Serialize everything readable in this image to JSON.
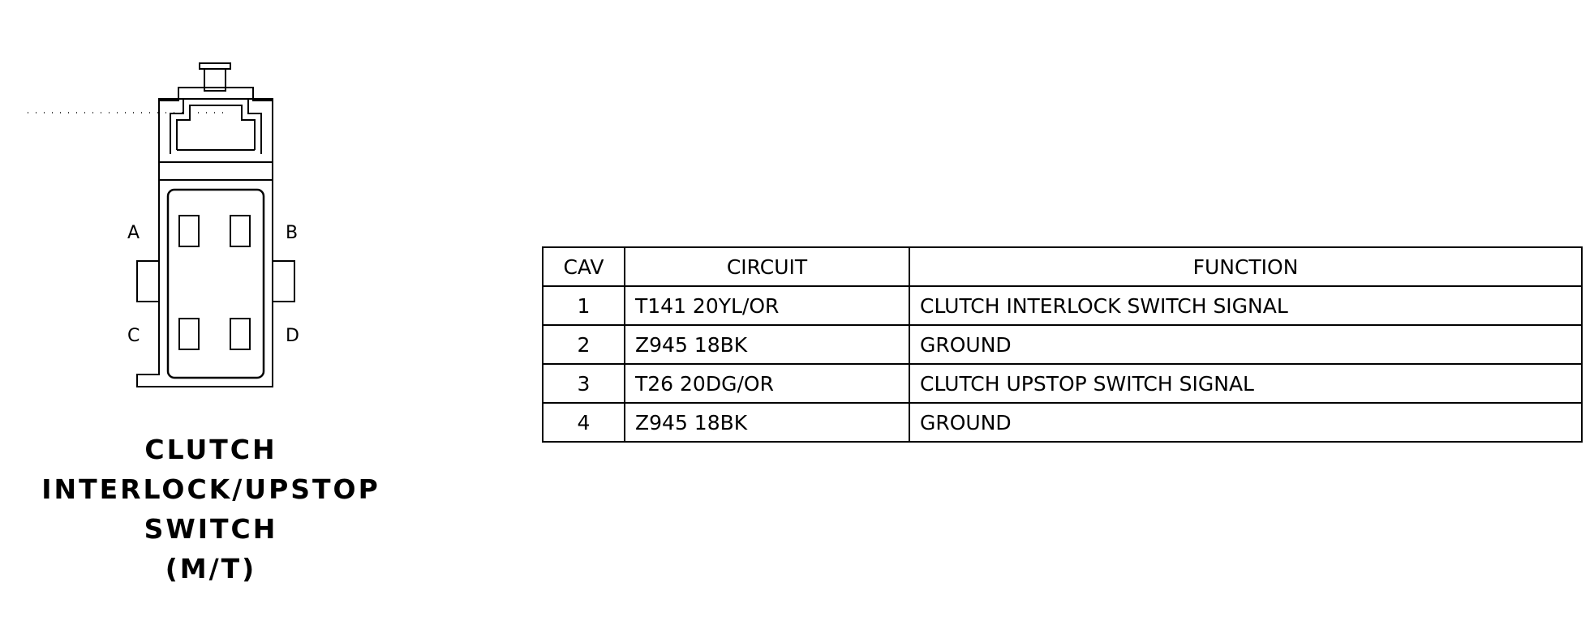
{
  "connector": {
    "title_lines": [
      "CLUTCH",
      "INTERLOCK/UPSTOP",
      "SWITCH",
      "(M/T)"
    ],
    "pin_labels": {
      "a": "A",
      "b": "B",
      "c": "C",
      "d": "D"
    }
  },
  "table": {
    "headers": {
      "cav": "CAV",
      "circuit": "CIRCUIT",
      "function": "FUNCTION"
    },
    "rows": [
      {
        "cav": "1",
        "circuit": "T141 20YL/OR",
        "function": "CLUTCH INTERLOCK SWITCH SIGNAL"
      },
      {
        "cav": "2",
        "circuit": "Z945 18BK",
        "function": "GROUND"
      },
      {
        "cav": "3",
        "circuit": "T26 20DG/OR",
        "function": "CLUTCH UPSTOP SWITCH SIGNAL"
      },
      {
        "cav": "4",
        "circuit": "Z945 18BK",
        "function": "GROUND"
      }
    ]
  }
}
